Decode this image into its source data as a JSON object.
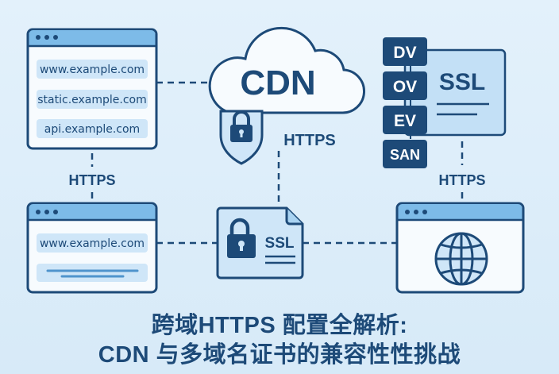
{
  "browser_top": {
    "domains": [
      "www.example.com",
      "static.example.com",
      "api.example.com"
    ]
  },
  "browser_bottom": {
    "domain": "www.example.com"
  },
  "cdn": {
    "label": "CDN"
  },
  "labels": {
    "https_left": "HTTPS",
    "https_center": "HTTPS",
    "https_right": "HTTPS"
  },
  "ssl_doc": {
    "label": "SSL"
  },
  "cert_card": {
    "label": "SSL",
    "types": [
      "DV",
      "OV",
      "EV",
      "SAN"
    ]
  },
  "title": {
    "line1": "跨域HTTPS 配置全解析:",
    "line2": "CDN 与多域名证书的兼容性性挑战"
  },
  "colors": {
    "dark": "#1d4a78",
    "header": "#7dbbe8",
    "pill": "#cfe6f8",
    "bg": "#dcedf9"
  }
}
